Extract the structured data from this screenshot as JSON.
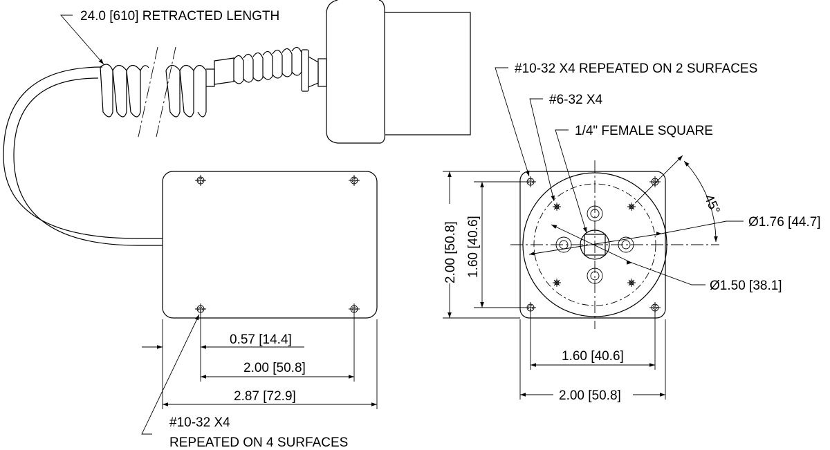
{
  "callouts": {
    "retracted_length": "24.0 [610] RETRACTED LENGTH",
    "side_holes": "#10-32 X4 REPEATED ON 2 SURFACES",
    "face_holes": "#6-32 X4",
    "drive": "1/4\" FEMALE SQUARE",
    "angle": "45°",
    "outer_dia": "Ø1.76 [44.7]",
    "bolt_circle": "Ø1.50 [38.1]",
    "box_holes_line1": "#10-32 X4",
    "box_holes_line2": "REPEATED ON 4 SURFACES"
  },
  "dimensions": {
    "box_hole_offset": "0.57 [14.4]",
    "box_hole_spacing": "2.00 [50.8]",
    "box_length": "2.87 [72.9]",
    "face_height": "2.00 [50.8]",
    "face_hole_height": "1.60 [40.6]",
    "face_hole_width": "1.60 [40.6]",
    "face_width": "2.00 [50.8]"
  }
}
